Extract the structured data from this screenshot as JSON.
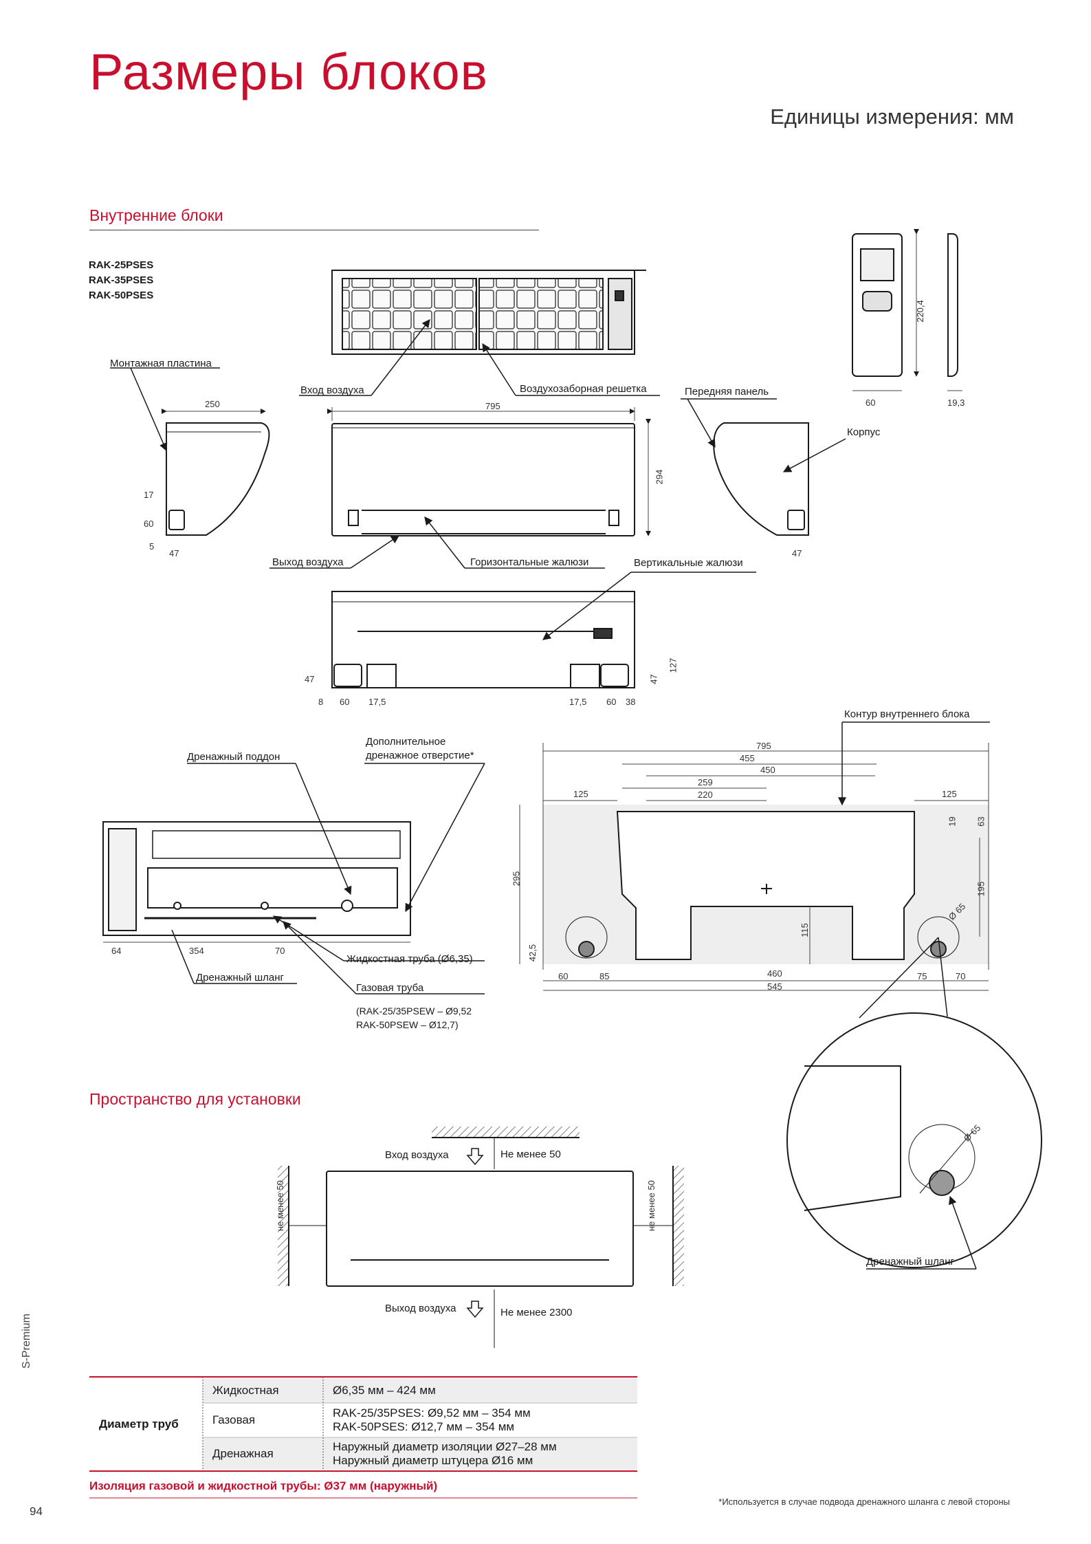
{
  "page": {
    "title": "Размеры блоков",
    "units": "Единицы измерения: мм",
    "side_label": "S-Premium",
    "page_number": "94",
    "footnote": "*Используется в случае подвода дренажного шланга с левой стороны"
  },
  "indoor": {
    "heading": "Внутренние блоки",
    "models": [
      "RAK-25PSES",
      "RAK-35PSES",
      "RAK-50PSES"
    ],
    "labels": {
      "mounting_plate": "Монтажная пластина",
      "air_inlet": "Вход воздуха",
      "intake_grille": "Воздухозаборная решетка",
      "front_panel": "Передняя панель",
      "body": "Корпус",
      "air_outlet": "Выход воздуха",
      "horizontal_louvers": "Горизонтальные жалюзи",
      "vertical_louvers": "Вертикальные жалюзи",
      "drain_pan": "Дренажный поддон",
      "extra_drain_1": "Дополнительное",
      "extra_drain_2": "дренажное отверстие*",
      "liquid_pipe": "Жидкостная труба (Ø6,35)",
      "drain_hose": "Дренажный шланг",
      "gas_pipe": "Газовая труба",
      "gas_pipe_note_1": "(RAK-25/35PSEW – Ø9,52",
      "gas_pipe_note_2": "RAK-50PSEW – Ø12,7)",
      "indoor_outline": "Контур внутреннего блока",
      "drain_hose_2": "Дренажный шланг"
    },
    "dims": {
      "side_depth": "250",
      "side_17": "17",
      "side_60": "60",
      "side_5": "5",
      "side_47": "47",
      "width": "795",
      "height": "294",
      "r_47": "47",
      "bottom_47": "47",
      "bottom_8": "8",
      "bottom_60": "60",
      "bottom_17_5": "17,5",
      "bottom_17_5b": "17,5",
      "bottom_60b": "60",
      "bottom_38": "38",
      "bottom_47b": "47",
      "bottom_127": "127",
      "rear_64": "64",
      "rear_354": "354",
      "rear_70": "70",
      "remote_220": "220,4",
      "remote_60": "60",
      "remote_19": "19,3"
    },
    "plate_dims": {
      "d795": "795",
      "d455": "455",
      "d450": "450",
      "d259": "259",
      "d220": "220",
      "d125l": "125",
      "d125r": "125",
      "d19": "19",
      "d63": "63",
      "d295": "295",
      "d195": "195",
      "d115": "115",
      "d42": "42,5",
      "d65": "Ø 65",
      "d65b": "Ø 65",
      "d60": "60",
      "d85": "85",
      "d460": "460",
      "d545": "545",
      "d75": "75",
      "d70": "70"
    }
  },
  "installation": {
    "heading": "Пространство для установки",
    "air_inlet": "Вход воздуха",
    "min_top": "Не менее 50",
    "min_left": "не менее 50",
    "min_right": "не менее 50",
    "air_outlet": "Выход воздуха",
    "min_bottom": "Не менее 2300"
  },
  "spec_table": {
    "row_header": "Диаметр труб",
    "rows": [
      {
        "type": "Жидкостная",
        "value_1": "Ø6,35 мм – 424 мм",
        "value_2": ""
      },
      {
        "type": "Газовая",
        "value_1": "RAK-25/35PSES: Ø9,52 мм – 354 мм",
        "value_2": "RAK-50PSES: Ø12,7 мм – 354 мм"
      },
      {
        "type": "Дренажная",
        "value_1": "Наружный диаметр изоляции Ø27–28 мм",
        "value_2": "Наружный диаметр штуцера Ø16 мм"
      }
    ],
    "insulation": "Изоляция газовой и жидкостной трубы: Ø37 мм (наружный)"
  },
  "colors": {
    "accent": "#c8102e",
    "line": "#1a1a1a",
    "shade": "#eeeeee"
  }
}
